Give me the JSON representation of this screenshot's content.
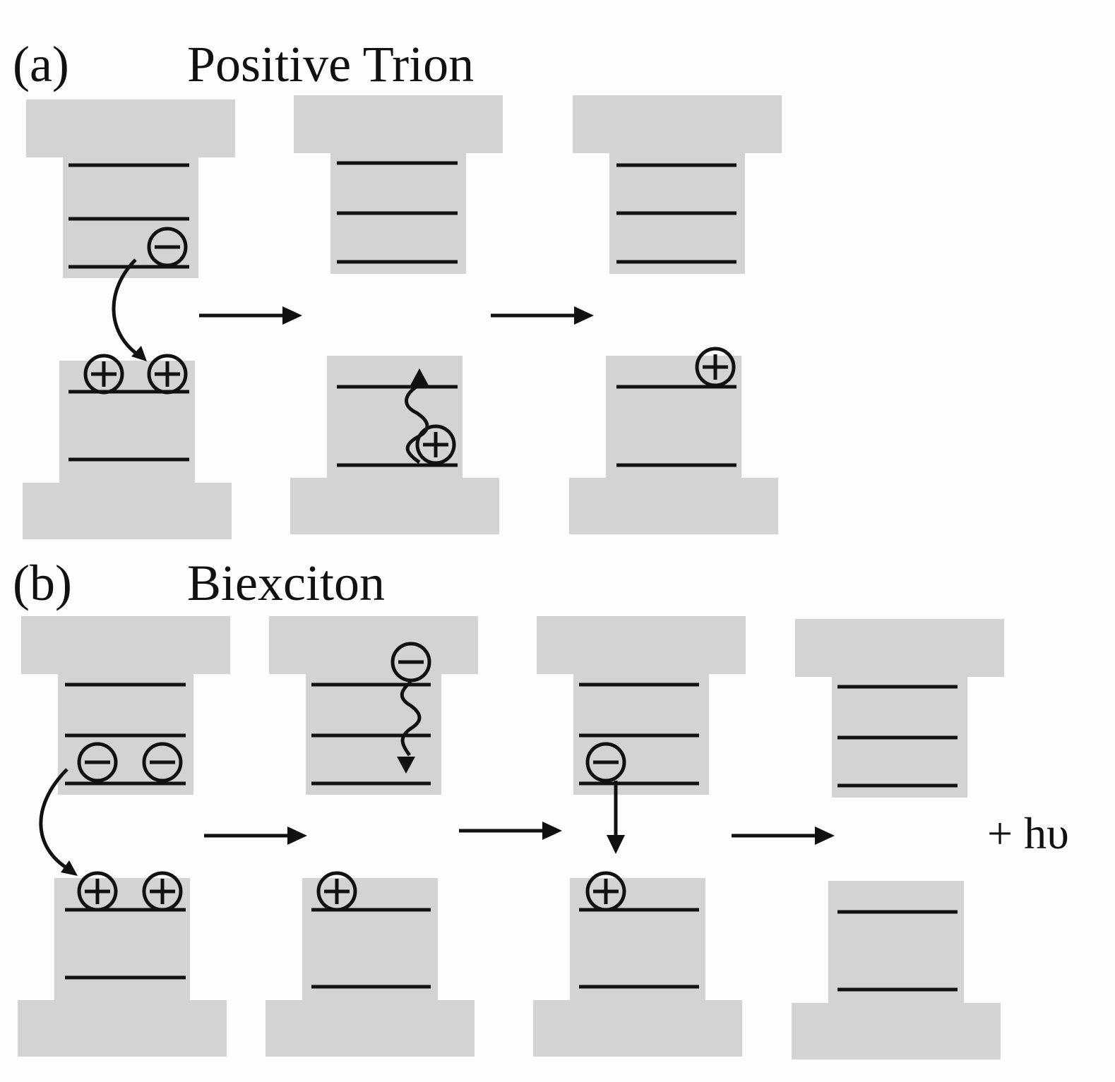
{
  "panels": [
    {
      "label": "(a)",
      "title": "Positive Trion"
    },
    {
      "label": "(b)",
      "title": "Biexciton"
    }
  ],
  "photon_text": "+ hυ",
  "carriers": {
    "electron": "⊖",
    "hole": "⊕"
  },
  "colors": {
    "block": "#d3d3d3",
    "line": "#111111",
    "background": "#fdfdfd"
  },
  "icons": [
    "electron-icon",
    "hole-icon",
    "arrow-right-icon",
    "wavy-arrow-icon",
    "curved-arrow-icon"
  ]
}
